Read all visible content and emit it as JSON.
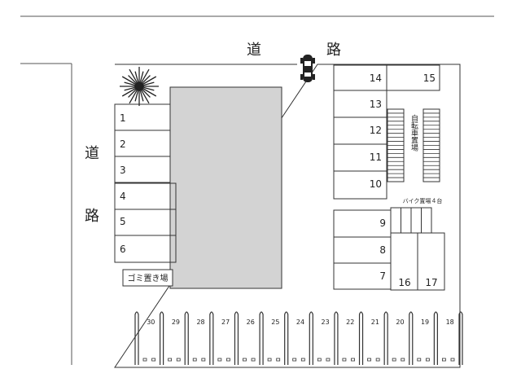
{
  "road": {
    "top_left": "道",
    "top_right": "路",
    "side_top": "道",
    "side_bottom": "路"
  },
  "left_column": [
    "1",
    "2",
    "3",
    "4",
    "5",
    "6"
  ],
  "garbage_area": "ゴミ置き場",
  "right_block_top": {
    "top_pair": [
      "14",
      "15"
    ],
    "column": [
      "13",
      "12",
      "11",
      "10"
    ]
  },
  "bicycle_parking": "自転車置場",
  "bike_parking_label": "バイク置場４台",
  "right_block_bottom": {
    "column": [
      "9",
      "8",
      "7"
    ],
    "wide": [
      "16",
      "17"
    ]
  },
  "bottom_row": [
    "30",
    "29",
    "28",
    "27",
    "26",
    "25",
    "24",
    "23",
    "22",
    "21",
    "20",
    "19",
    "18"
  ],
  "colors": {
    "line": "#333333",
    "building": "#d3d3d3",
    "road_line": "#555555"
  },
  "icons": {
    "tree": "sun-tree-icon",
    "car": "car-icon"
  }
}
